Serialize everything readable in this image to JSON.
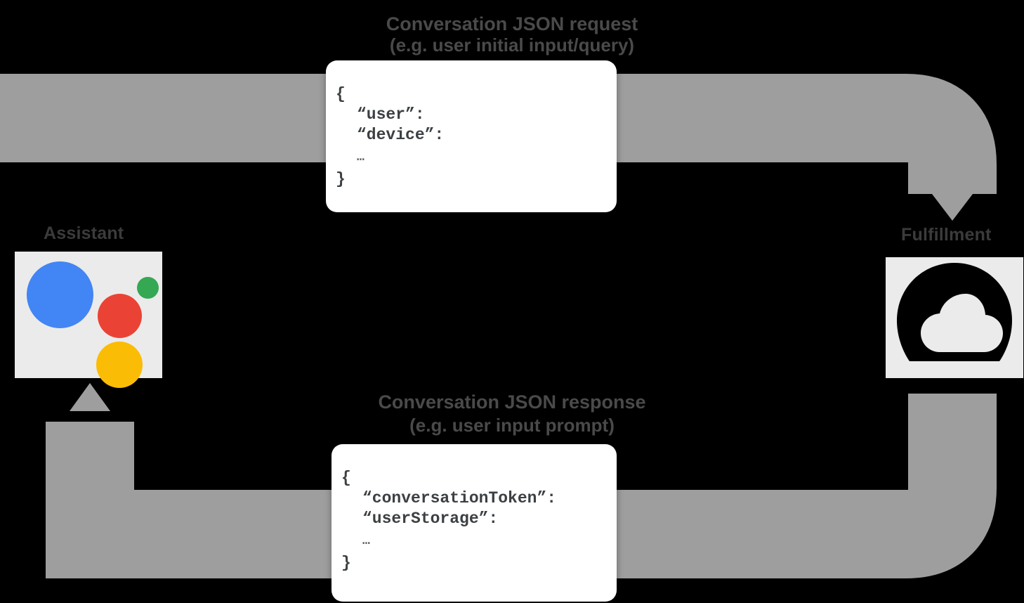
{
  "diagram": {
    "title_request": "Conversation JSON request",
    "subtitle_request": "(e.g. user initial input/query)",
    "title_response": "Conversation JSON response",
    "subtitle_response": "(e.g. user input prompt)",
    "endpoints": {
      "left": {
        "label": "Assistant",
        "icon": "google-assistant-icon"
      },
      "right": {
        "label": "Fulfillment",
        "icon": "cloud-icon"
      }
    },
    "colors": {
      "assistant_blue": "#4285f4",
      "assistant_red": "#ea4335",
      "assistant_green": "#34a853",
      "assistant_yellow": "#fbbc05",
      "arrow_band": "#9e9e9e",
      "tile_background": "#ebebeb",
      "label_text": "#3b3b3b",
      "card_background": "#ffffff",
      "code_text": "#3c4043"
    },
    "request_json": [
      {
        "text": "{",
        "indent": false,
        "ellipsis": false
      },
      {
        "text": "“user”:",
        "indent": true,
        "ellipsis": false
      },
      {
        "text": "“device”:",
        "indent": true,
        "ellipsis": false
      },
      {
        "text": "…",
        "indent": true,
        "ellipsis": true
      },
      {
        "text": "}",
        "indent": false,
        "ellipsis": false
      }
    ],
    "response_json": [
      {
        "text": "{",
        "indent": false,
        "ellipsis": false
      },
      {
        "text": "“conversationToken”:",
        "indent": true,
        "ellipsis": false
      },
      {
        "text": "“userStorage”:",
        "indent": true,
        "ellipsis": false
      },
      {
        "text": "…",
        "indent": true,
        "ellipsis": true
      },
      {
        "text": "}",
        "indent": false,
        "ellipsis": false
      }
    ]
  }
}
